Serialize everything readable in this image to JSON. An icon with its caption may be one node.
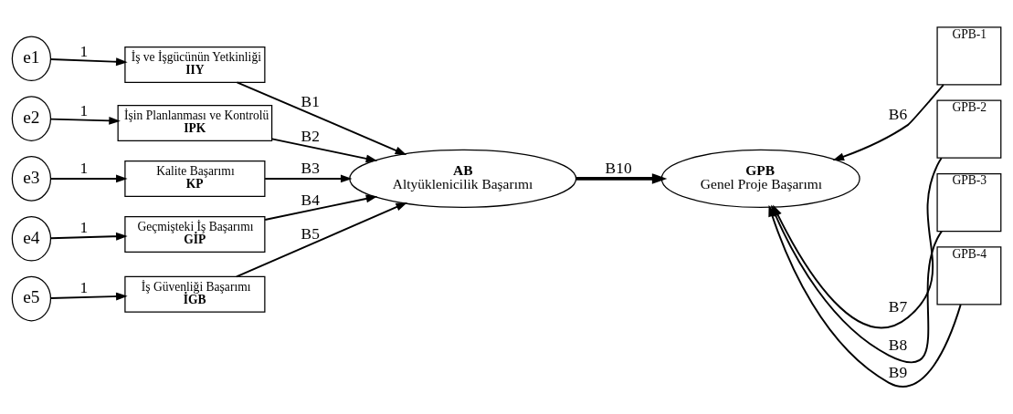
{
  "diagram": {
    "nodes": [
      {
        "text": [
          "e1"
        ]
      },
      {
        "text": [
          "İş ve İşgücünün Yetkinliği",
          "IIY"
        ]
      },
      {
        "text": [
          "e2"
        ]
      },
      {
        "text": [
          "İşin Planlanması ve Kontrolü",
          "IPK"
        ]
      },
      {
        "text": [
          "e3"
        ]
      },
      {
        "text": [
          "Kalite Başarımı",
          "KP"
        ]
      },
      {
        "text": [
          "e4"
        ]
      },
      {
        "text": [
          "Geçmişteki İş Başarımı",
          "GİP"
        ]
      },
      {
        "text": [
          "e5"
        ]
      },
      {
        "text": [
          "İş Güvenliği Başarımı",
          "İGB"
        ]
      },
      {
        "text": [
          "AB",
          "Altyüklenicilik Başarımı"
        ]
      },
      {
        "text": [
          "GPB",
          "Genel Proje Başarımı"
        ]
      },
      {
        "text": [
          "GPB-1"
        ]
      },
      {
        "text": [
          "GPB-2"
        ]
      },
      {
        "text": [
          "GPB-3"
        ]
      },
      {
        "text": [
          "GPB-4"
        ]
      }
    ],
    "edges": [
      {
        "from": 0,
        "to": 1,
        "arrow": "to",
        "label": "1"
      },
      {
        "from": 2,
        "to": 3,
        "arrow": "to",
        "label": "1"
      },
      {
        "from": 4,
        "to": 5,
        "arrow": "to",
        "label": "1"
      },
      {
        "from": 6,
        "to": 7,
        "arrow": "to",
        "label": "1"
      },
      {
        "from": 8,
        "to": 9,
        "arrow": "to",
        "label": "1"
      },
      {
        "from": 1,
        "to": 10,
        "arrow": "to",
        "label": "B1"
      },
      {
        "from": 3,
        "to": 10,
        "arrow": "to",
        "label": "B2"
      },
      {
        "from": 5,
        "to": 10,
        "arrow": "to",
        "label": "B3"
      },
      {
        "from": 7,
        "to": 10,
        "arrow": "to",
        "label": "B4"
      },
      {
        "from": 9,
        "to": 10,
        "arrow": "to",
        "label": "B5"
      },
      {
        "from": 10,
        "to": 11,
        "arrow": "to",
        "label": "B10",
        "style": "thick"
      },
      {
        "from": 12,
        "to": 11,
        "arrow": "to",
        "label": "B6"
      },
      {
        "from": 13,
        "to": 11,
        "arrow": "to",
        "label": "B7"
      },
      {
        "from": 14,
        "to": 11,
        "arrow": "to",
        "label": "B8"
      },
      {
        "from": 15,
        "to": 11,
        "arrow": "to",
        "label": "B9"
      }
    ]
  }
}
